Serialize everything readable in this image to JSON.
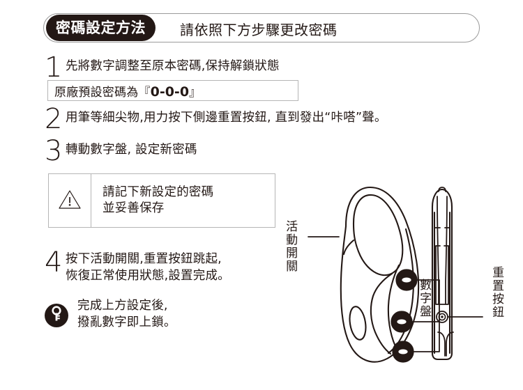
{
  "header": {
    "badge": "密碼設定方法",
    "subtitle": "請依照下方步驟更改密碼",
    "badge_color": "#231815",
    "outline_color": "#9a9a9a"
  },
  "steps": [
    {
      "number": "1",
      "text": "先將數字調整至原本密碼,保持解鎖狀態"
    },
    {
      "number": "2",
      "text": "用筆等細尖物,用力按下側邊重置按鈕, 直到發出“咔嗒”聲。"
    },
    {
      "number": "3",
      "text": "轉動數字盤, 設定新密碼"
    },
    {
      "number": "4",
      "text": "按下活動開關,重置按鈕跳起,\n恢復正常使用狀態,設置完成。"
    }
  ],
  "password_box": {
    "prefix": "原廠預設密碼為『",
    "value": "0-0-0",
    "suffix": "』"
  },
  "warning": {
    "icon": "warning-triangle-icon",
    "text": "請記下新設定的密碼\n並妥善保存"
  },
  "key_note": {
    "icon": "key-icon",
    "text": "完成上方設定後,\n撥亂數字即上鎖。"
  },
  "diagram": {
    "labels": {
      "activity_switch": "活動開關",
      "number_dial": "數字盤",
      "reset_button": "重置按鈕"
    },
    "line_color": "#231815",
    "dial_count": "3"
  }
}
